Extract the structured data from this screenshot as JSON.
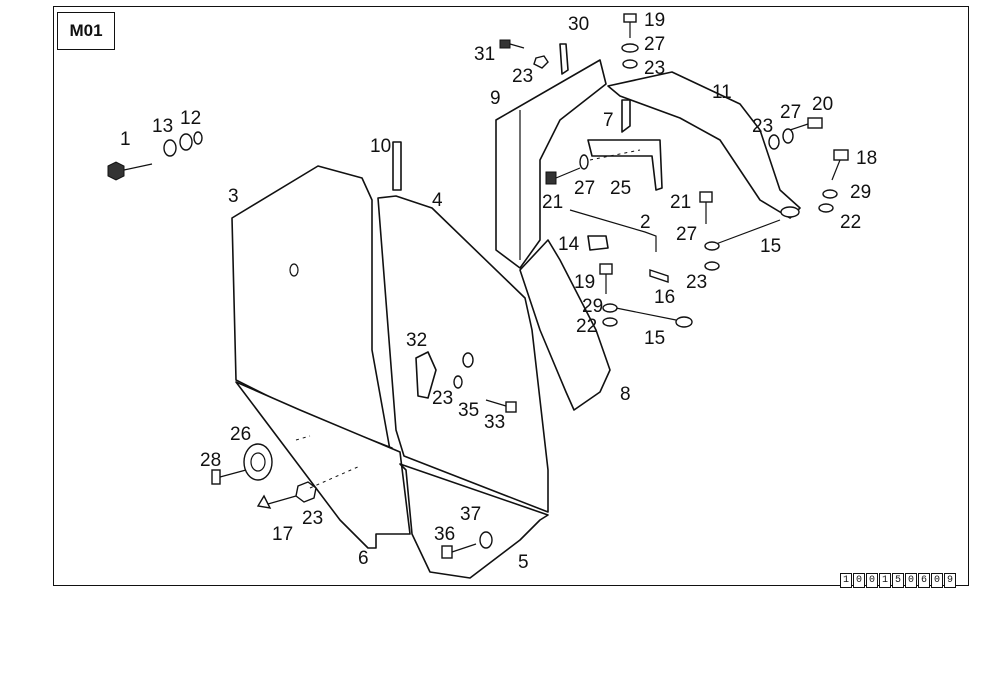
{
  "sheet_tag": "M01",
  "drawing_code": [
    "1",
    "0",
    "0",
    "1",
    "5",
    "0",
    "6",
    "0",
    "9"
  ],
  "callouts": [
    {
      "id": "c1",
      "text": "1"
    },
    {
      "id": "c2",
      "text": "2"
    },
    {
      "id": "c3",
      "text": "3"
    },
    {
      "id": "c4",
      "text": "4"
    },
    {
      "id": "c5",
      "text": "5"
    },
    {
      "id": "c6",
      "text": "6"
    },
    {
      "id": "c7",
      "text": "7"
    },
    {
      "id": "c8",
      "text": "8"
    },
    {
      "id": "c9",
      "text": "9"
    },
    {
      "id": "c10",
      "text": "10"
    },
    {
      "id": "c11",
      "text": "11"
    },
    {
      "id": "c12",
      "text": "12"
    },
    {
      "id": "c13",
      "text": "13"
    },
    {
      "id": "c14",
      "text": "14"
    },
    {
      "id": "c15a",
      "text": "15"
    },
    {
      "id": "c15b",
      "text": "15"
    },
    {
      "id": "c16",
      "text": "16"
    },
    {
      "id": "c17",
      "text": "17"
    },
    {
      "id": "c18",
      "text": "18"
    },
    {
      "id": "c19a",
      "text": "19"
    },
    {
      "id": "c19b",
      "text": "19"
    },
    {
      "id": "c20",
      "text": "20"
    },
    {
      "id": "c21a",
      "text": "21"
    },
    {
      "id": "c21b",
      "text": "21"
    },
    {
      "id": "c22a",
      "text": "22"
    },
    {
      "id": "c22b",
      "text": "22"
    },
    {
      "id": "c23a",
      "text": "23"
    },
    {
      "id": "c23b",
      "text": "23"
    },
    {
      "id": "c23c",
      "text": "23"
    },
    {
      "id": "c23d",
      "text": "23"
    },
    {
      "id": "c23e",
      "text": "23"
    },
    {
      "id": "c23f",
      "text": "23"
    },
    {
      "id": "c25",
      "text": "25"
    },
    {
      "id": "c26",
      "text": "26"
    },
    {
      "id": "c27a",
      "text": "27"
    },
    {
      "id": "c27b",
      "text": "27"
    },
    {
      "id": "c27c",
      "text": "27"
    },
    {
      "id": "c27d",
      "text": "27"
    },
    {
      "id": "c28",
      "text": "28"
    },
    {
      "id": "c29a",
      "text": "29"
    },
    {
      "id": "c29b",
      "text": "29"
    },
    {
      "id": "c30",
      "text": "30"
    },
    {
      "id": "c31",
      "text": "31"
    },
    {
      "id": "c32",
      "text": "32"
    },
    {
      "id": "c33",
      "text": "33"
    },
    {
      "id": "c35",
      "text": "35"
    },
    {
      "id": "c36",
      "text": "36"
    },
    {
      "id": "c37",
      "text": "37"
    }
  ]
}
